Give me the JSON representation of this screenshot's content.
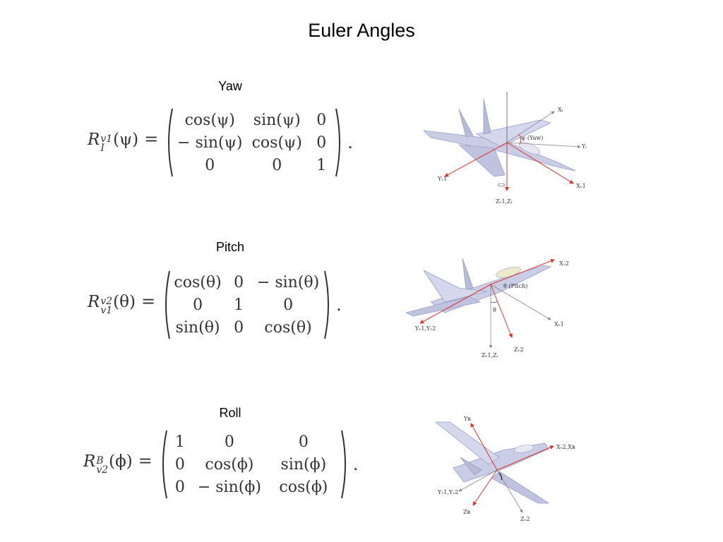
{
  "title": "Euler Angles",
  "sections": [
    {
      "label": "Yaw",
      "lhs": {
        "R": "R",
        "sup": "v1",
        "sub": "I",
        "arg": "(ψ)"
      },
      "matrix": [
        [
          "cos(ψ)",
          "sin(ψ)",
          "0"
        ],
        [
          "− sin(ψ)",
          "cos(ψ)",
          "0"
        ],
        [
          "0",
          "0",
          "1"
        ]
      ],
      "figure_labels": {
        "x_top": "Xᵢ",
        "angle": "ψ (Yaw)",
        "y_right": "Yᵢ",
        "y_left": "Yᵥ1",
        "x_bottom": "Xᵥ1",
        "z_bottom": "Zᵥ1,Zᵢ"
      }
    },
    {
      "label": "Pitch",
      "lhs": {
        "R": "R",
        "sup": "v2",
        "sub": "v1",
        "arg": "(θ)"
      },
      "matrix": [
        [
          "cos(θ)",
          "0",
          "− sin(θ)"
        ],
        [
          "0",
          "1",
          "0"
        ],
        [
          "sin(θ)",
          "0",
          "cos(θ)"
        ]
      ],
      "figure_labels": {
        "x_top": "Xᵥ2",
        "angle": "θ (Pitch)",
        "theta": "θ",
        "x_right": "Xᵥ1",
        "y_left": "Yᵥ1,Yᵥ2",
        "z_bottom": "Zᵥ1,Zᵢ",
        "z_v2": "Zᵥ2"
      }
    },
    {
      "label": "Roll",
      "lhs": {
        "R": "R",
        "sup": "B",
        "sub": "v2",
        "arg": "(ϕ)"
      },
      "matrix": [
        [
          "1",
          "0",
          "0"
        ],
        [
          "0",
          "cos(ϕ)",
          "sin(ϕ)"
        ],
        [
          "0",
          "− sin(ϕ)",
          "cos(ϕ)"
        ]
      ],
      "figure_labels": {
        "y_top": "Yʙ",
        "x_right": "Xᵥ2,Xʙ",
        "y_left": "Yᵥ1,Yᵥ2",
        "z_b": "Zʙ",
        "z_v2": "Zᵥ2"
      }
    }
  ],
  "colors": {
    "axis_red": "#e0332b",
    "axis_gray": "#888888",
    "aircraft": "#c9cde6",
    "aircraft_dark": "#9aa0c6"
  }
}
